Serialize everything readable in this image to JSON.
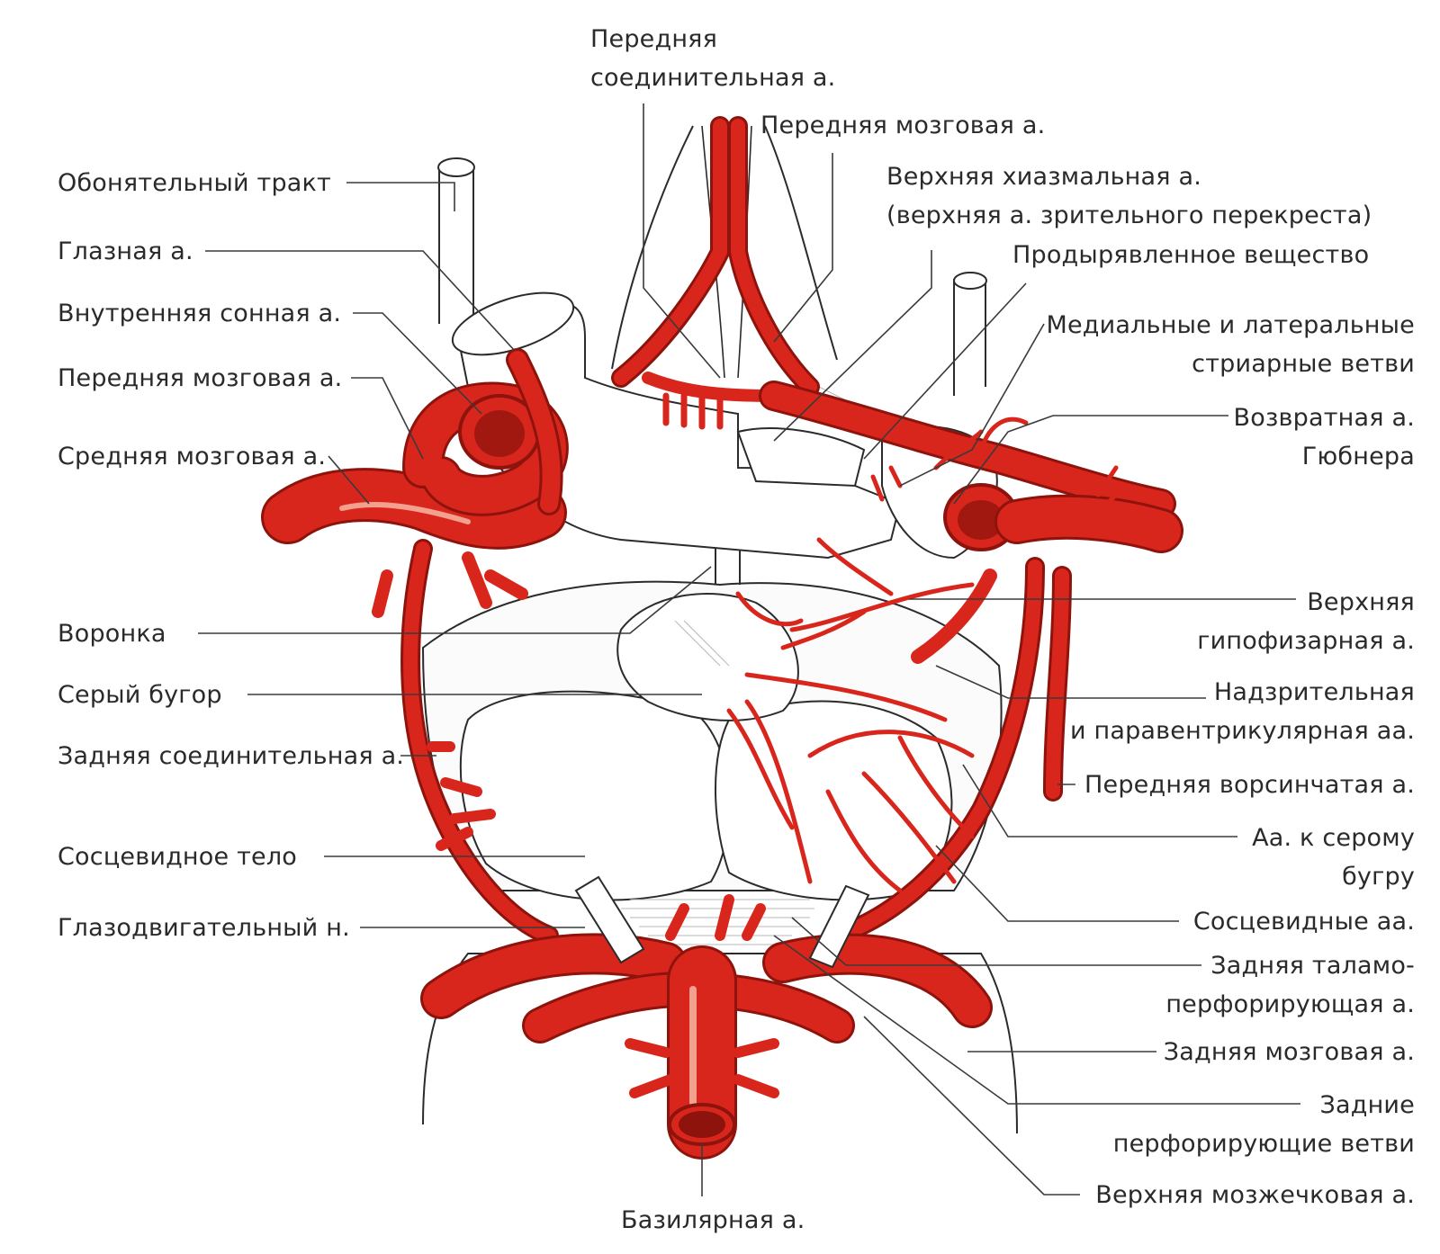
{
  "labels": {
    "ant_communicating": [
      "Передняя",
      "соединительная а."
    ],
    "ant_cerebral_top": "Передняя мозговая а.",
    "sup_chiasmal": [
      "Верхняя хиазмальная а.",
      "(верхняя а. зрительного перекреста)"
    ],
    "perforated_substance": "Продырявленное вещество",
    "striate_branches": [
      "Медиальные и латеральные",
      "стриарные ветви"
    ],
    "recurrent_heubner": [
      "Возвратная а.",
      "Гюбнера"
    ],
    "sup_hypophyseal": [
      "Верхняя",
      "гипофизарная а."
    ],
    "supraoptic_paraventricular": [
      "Надзрительная",
      "и паравентрикулярная аа."
    ],
    "ant_choroidal": "Передняя ворсинчатая а.",
    "tuber_arteries": [
      "Аа. к серому",
      "бугру"
    ],
    "mammillary_arteries": "Сосцевидные аа.",
    "post_thalamoperforating": [
      "Задняя таламо-",
      "перфорирующая а."
    ],
    "post_cerebral": "Задняя мозговая а.",
    "post_perforating_branches": [
      "Задние",
      "перфорирующие ветви"
    ],
    "sup_cerebellar": "Верхняя мозжечковая а.",
    "basilar": "Базилярная а.",
    "olfactory_tract": "Обонятельный тракт",
    "ophthalmic": "Глазная а.",
    "internal_carotid": "Внутренняя сонная а.",
    "ant_cerebral_left": "Передняя мозговая а.",
    "middle_cerebral": "Средняя мозговая а.",
    "infundibulum": "Воронка",
    "tuber_cinereum": "Серый бугор",
    "post_communicating": "Задняя соединительная а.",
    "mammillary_body": "Сосцевидное тело",
    "oculomotor_nerve": "Глазодвигательный н."
  },
  "colors": {
    "artery": "#d9261c",
    "artery_dark": "#8e130c",
    "artery_highlight": "#f3a08f",
    "outline": "#2b2b2b",
    "leader": "#3a3a3a",
    "text": "#2a2a2a"
  }
}
